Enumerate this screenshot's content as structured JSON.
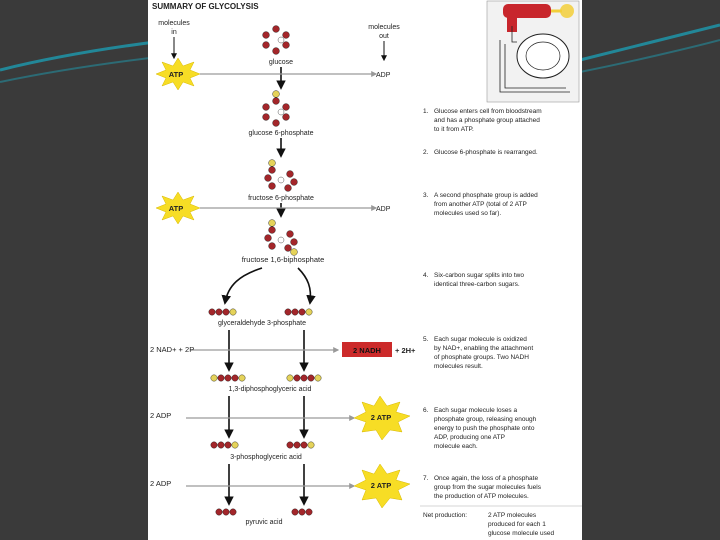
{
  "title": "SUMMARY OF GLYCOLYSIS",
  "header": {
    "molecules_in_l1": "molecules",
    "molecules_in_l2": "in",
    "molecules_out_l1": "molecules",
    "molecules_out_l2": "out"
  },
  "molecules": {
    "glucose": "glucose",
    "g6p": "glucose 6-phosphate",
    "f6p": "fructose 6-phosphate",
    "f16bp": "fructose 1,6-biphosphate",
    "g3p": "glyceraldehyde  3-phosphate",
    "dpg": "1,3-diphosphoglyceric acid",
    "pga": "3-phosphoglyceric acid",
    "pyruvate": "pyruvic acid"
  },
  "inputs": {
    "atp1": "ATP",
    "atp2": "ATP",
    "nad": "2 NAD+ + 2P",
    "adp1": "2 ADP",
    "adp2": "2 ADP"
  },
  "outputs": {
    "adp1": "ADP",
    "adp2": "ADP",
    "nadh_box": "2 NADH",
    "nadh_extra": "+ 2H+",
    "atp1": "2 ATP",
    "atp2": "2 ATP"
  },
  "steps": [
    {
      "num": "1.",
      "lines": [
        "Glucose enters cell from bloodstream",
        "and has a phosphate group attached",
        "to it from ATP."
      ]
    },
    {
      "num": "2.",
      "lines": [
        "Glucose 6-phosphate is rearranged."
      ]
    },
    {
      "num": "3.",
      "lines": [
        "A second phosphate group is added",
        "from another ATP (total of 2 ATP",
        "molecules used so far)."
      ]
    },
    {
      "num": "4.",
      "lines": [
        "Six-carbon sugar splits into two",
        "identical three-carbon sugars."
      ]
    },
    {
      "num": "5.",
      "lines": [
        "Each sugar molecule is oxidized",
        "by NAD+, enabling the attachment",
        "of phosphate groups. Two NADH",
        "molecules result."
      ]
    },
    {
      "num": "6.",
      "lines": [
        "Each sugar molecule loses a",
        "phosphate group, releasing enough",
        "energy to push the phosphate onto",
        "ADP, producing one ATP",
        "molecule each."
      ]
    },
    {
      "num": "7.",
      "lines": [
        "Once again, the loss of a phosphate",
        "group from the sugar molecules fuels",
        "the production of ATP molecules."
      ]
    }
  ],
  "net": {
    "label": "Net production:",
    "lines": [
      "2 ATP molecules",
      "produced for each 1",
      "glucose molecule used"
    ]
  },
  "colors": {
    "background": "#3a3a3a",
    "carbon": "#a3262a",
    "phosphate": "#e5d35a",
    "oxygen": "#ffffff",
    "atp_burst": "#f7dd25",
    "nadh_box": "#cc2a2a"
  }
}
